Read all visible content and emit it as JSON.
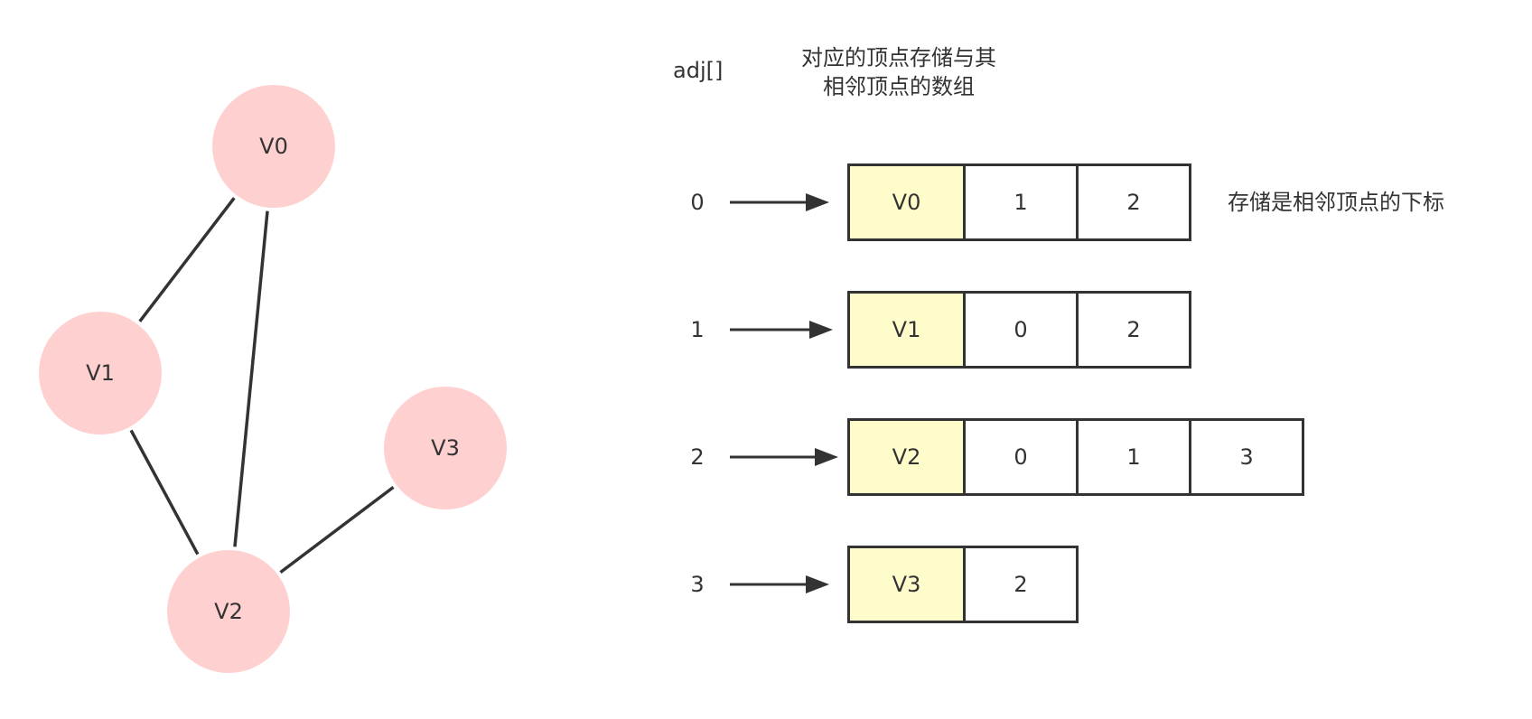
{
  "colors": {
    "vertex_fill": "#ffd0d0",
    "edge": "#333333",
    "head_cell_fill": "#fffccc",
    "border": "#333333",
    "text": "#333333"
  },
  "graph": {
    "vertices": [
      {
        "id": "v0",
        "label": "V0"
      },
      {
        "id": "v1",
        "label": "V1"
      },
      {
        "id": "v2",
        "label": "V2"
      },
      {
        "id": "v3",
        "label": "V3"
      }
    ],
    "edges": [
      [
        "v0",
        "v1"
      ],
      [
        "v0",
        "v2"
      ],
      [
        "v1",
        "v2"
      ],
      [
        "v2",
        "v3"
      ]
    ]
  },
  "adj": {
    "title": "adj[]",
    "description_line1": "对应的顶点存储与其",
    "description_line2": "相邻顶点的数组",
    "note": "存储是相邻顶点的下标",
    "rows": [
      {
        "index": "0",
        "cells": [
          "V0",
          "1",
          "2"
        ]
      },
      {
        "index": "1",
        "cells": [
          "V1",
          "0",
          "2"
        ]
      },
      {
        "index": "2",
        "cells": [
          "V2",
          "0",
          "1",
          "3"
        ]
      },
      {
        "index": "3",
        "cells": [
          "V3",
          "2"
        ]
      }
    ]
  }
}
